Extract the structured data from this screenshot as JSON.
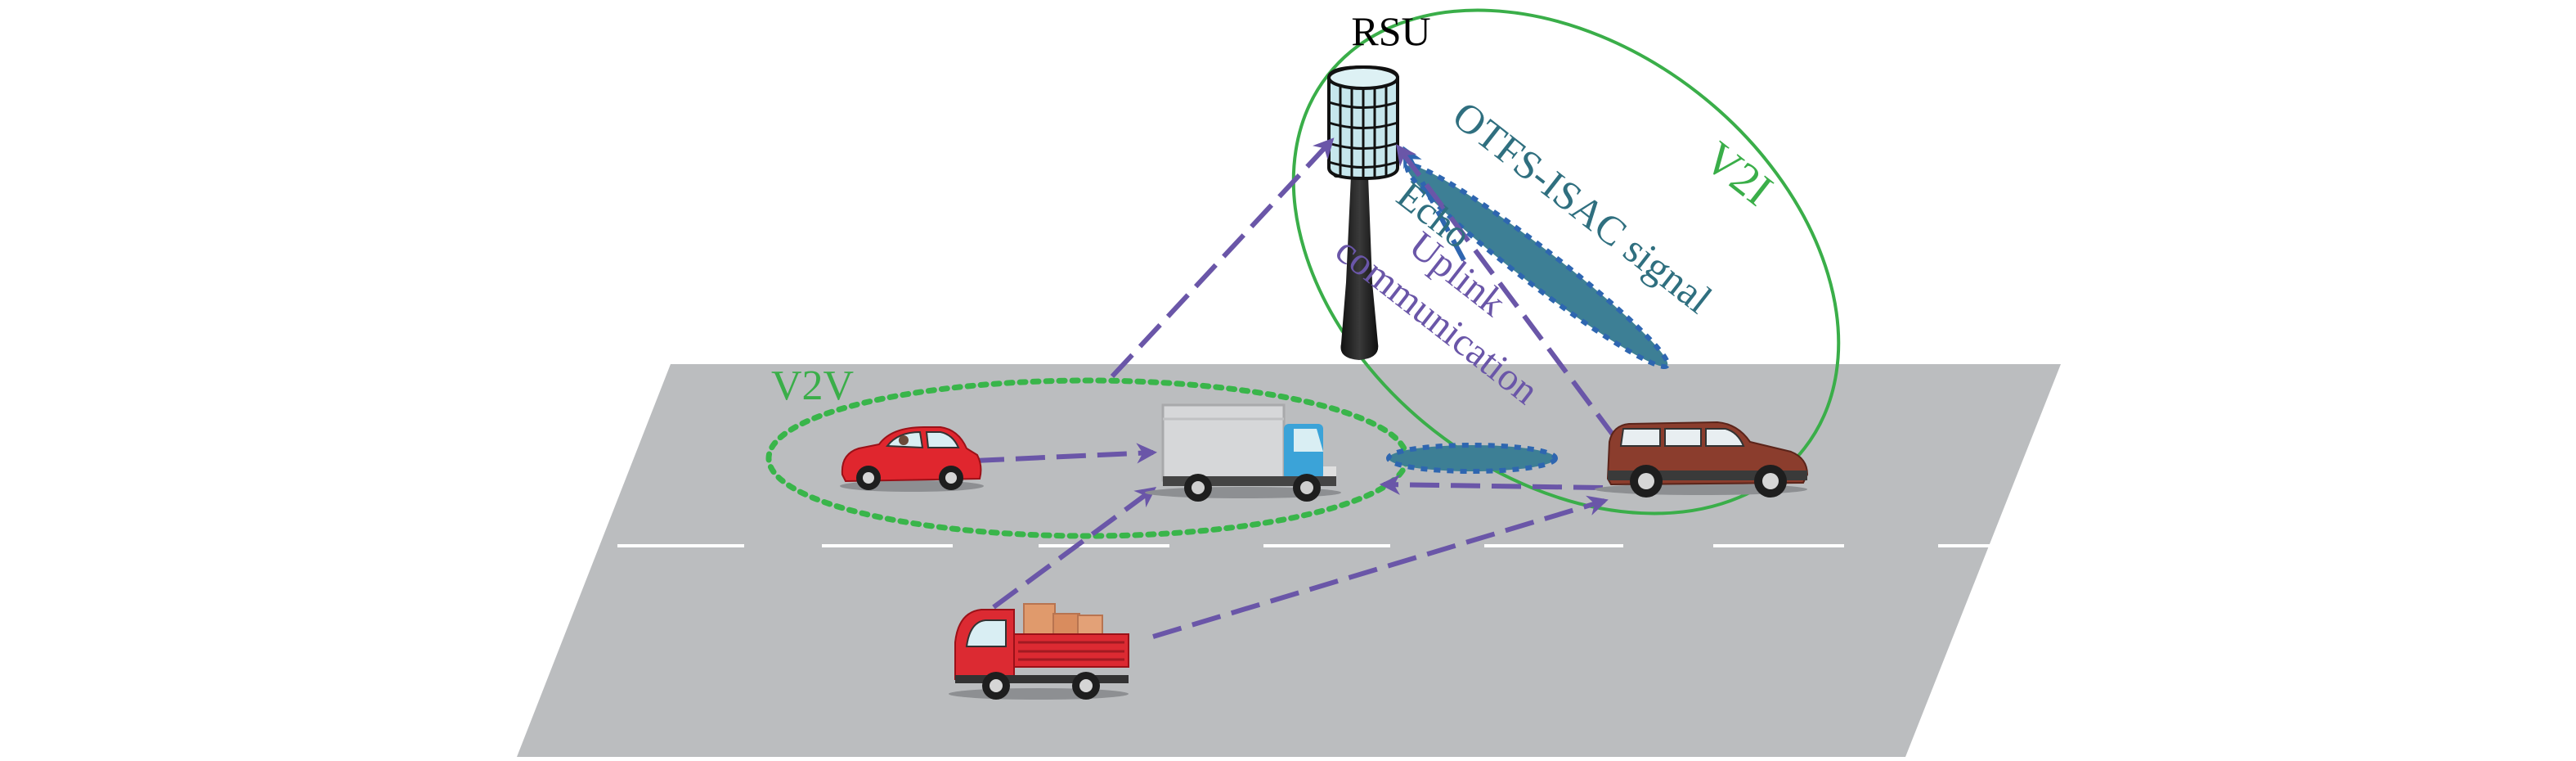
{
  "labels": {
    "rsu": "RSU",
    "v2i": "V2I",
    "v2v": "V2V",
    "otfs_signal": "OTFS-ISAC signal",
    "echo": "Echo",
    "uplink": "Uplink",
    "communication": "communication"
  },
  "colors": {
    "road": "#bbbdbf",
    "lane_marking": "#ffffff",
    "v2i_ellipse": "#3aae49",
    "v2v_ellipse": "#39b54a",
    "arrows": "#6a56a8",
    "signal_beam": "#3d7f95",
    "signal_outline": "#2e66b0",
    "label_v2i": "#3aae49",
    "label_signal": "#2f6f7f",
    "label_uplink": "#6a56a8"
  },
  "icons": [
    "rsu-tower-icon",
    "red-car-icon",
    "box-truck-icon",
    "cargo-truck-icon",
    "suv-icon"
  ]
}
